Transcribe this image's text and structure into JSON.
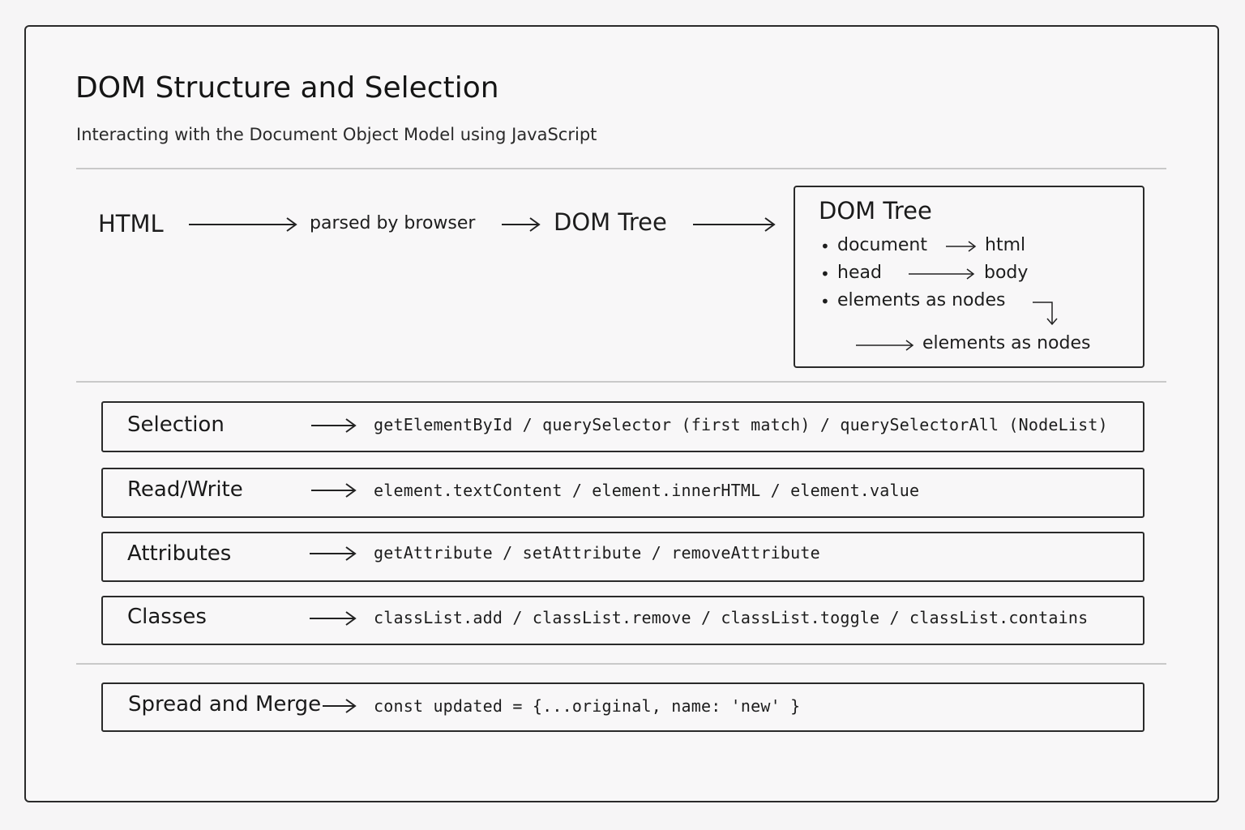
{
  "header": {
    "title": "DOM Structure and Selection",
    "subtitle": "Interacting with the Document Object Model using JavaScript"
  },
  "flow": {
    "html": "HTML",
    "parsed": "parsed by browser",
    "dom_tree": "DOM Tree"
  },
  "tree": {
    "title": "DOM Tree",
    "items": [
      {
        "left": "document",
        "right": "html"
      },
      {
        "left": "head",
        "right": "body"
      },
      {
        "left": "elements as nodes"
      }
    ],
    "extra": "elements as nodes"
  },
  "rows": [
    {
      "label": "Selection",
      "code": "getElementById / querySelector (first match) / querySelectorAll (NodeList)"
    },
    {
      "label": "Read/Write",
      "code": "element.textContent / element.innerHTML / element.value"
    },
    {
      "label": "Attributes",
      "code": "getAttribute / setAttribute / removeAttribute"
    },
    {
      "label": "Classes",
      "code": "classList.add / classList.remove / classList.toggle / classList.contains"
    }
  ],
  "spread": {
    "label": "Spread and Merge",
    "code": "const updated = {...original, name: 'new' }"
  }
}
